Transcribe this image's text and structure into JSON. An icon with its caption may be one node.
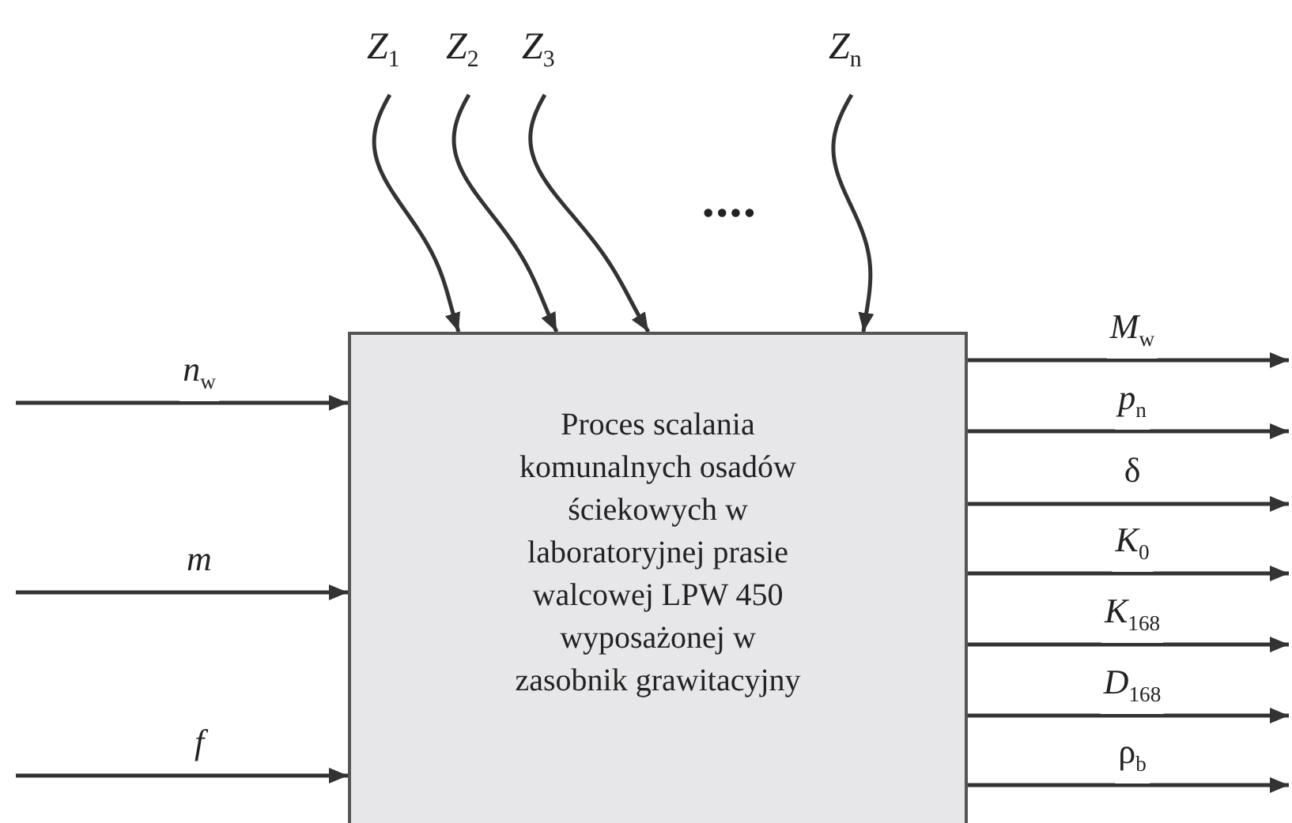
{
  "diagram": {
    "nodes": [
      {
        "text": [
          "Proces scalania komunalnych osadów ściekowych w laboratoryjnej prasie walcowej LPW 450 wyposażonej w zasobnik grawitacyjny"
        ]
      },
      {
        "text": [
          "*Z*$_{1}$"
        ]
      },
      {
        "text": [
          "*Z*$_{2}$"
        ]
      },
      {
        "text": [
          "*Z*$_{3}$"
        ]
      },
      {
        "text": [
          "*Z*$_{n}$"
        ]
      }
    ],
    "edges": [
      {
        "from": 1,
        "to": 0,
        "arrow": "to"
      },
      {
        "from": 2,
        "to": 0,
        "arrow": "to"
      },
      {
        "from": 3,
        "to": 0,
        "arrow": "to"
      },
      {
        "from": 4,
        "to": 0,
        "arrow": "to"
      },
      {
        "from": null,
        "to": 0,
        "arrow": "to",
        "label": "*n*$_{w}$"
      },
      {
        "from": null,
        "to": 0,
        "arrow": "to",
        "label": "*m*"
      },
      {
        "from": null,
        "to": 0,
        "arrow": "to",
        "label": "*f*"
      },
      {
        "from": 0,
        "to": null,
        "arrow": "to",
        "label": "*M*$_{w}$"
      },
      {
        "from": 0,
        "to": null,
        "arrow": "to",
        "label": "*p*$_{n}$"
      },
      {
        "from": 0,
        "to": null,
        "arrow": "to",
        "label": "δ"
      },
      {
        "from": 0,
        "to": null,
        "arrow": "to",
        "label": "*K*$_{0}$"
      },
      {
        "from": 0,
        "to": null,
        "arrow": "to",
        "label": "*K*$_{168}$"
      },
      {
        "from": 0,
        "to": null,
        "arrow": "to",
        "label": "*D*$_{168}$"
      },
      {
        "from": 0,
        "to": null,
        "arrow": "to",
        "label": "ρ$_{b}$"
      }
    ],
    "labels": [
      "••••"
    ]
  }
}
